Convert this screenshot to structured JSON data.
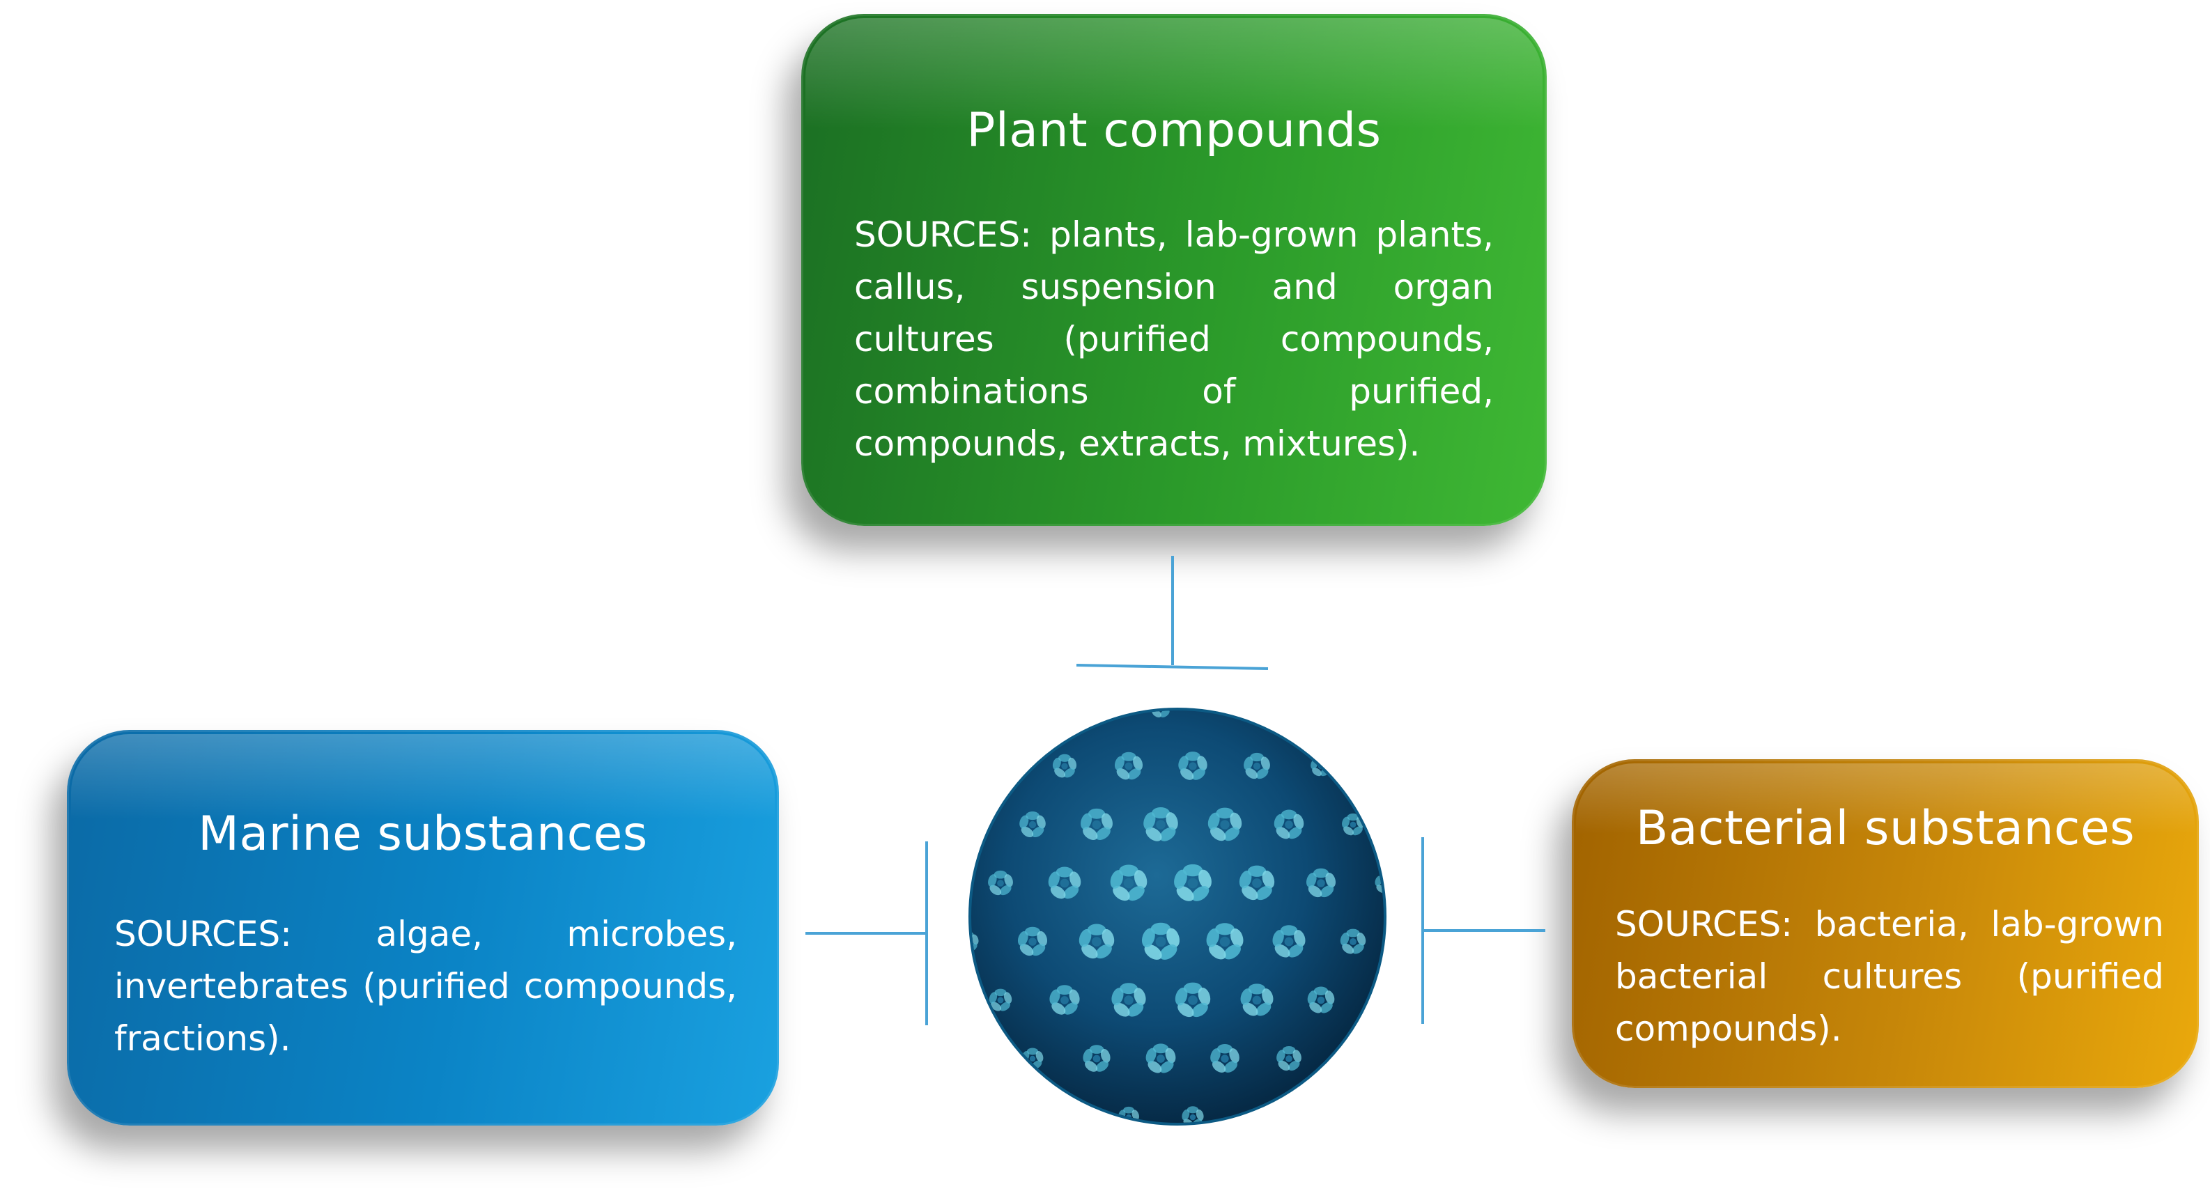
{
  "boxes": {
    "plant": {
      "title": "Plant compounds",
      "text": "SOURCES: plants, lab-grown plants, callus, suspension and organ cultures (purified compounds, combinations of purified, compounds, extracts, mixtures)."
    },
    "marine": {
      "title": "Marine substances",
      "text": "SOURCES: algae, microbes, invertebrates (purified compounds, fractions)."
    },
    "bacterial": {
      "title": "Bacterial substances",
      "text": "SOURCES: bacteria, lab-grown bacterial cultures (purified compounds)."
    }
  },
  "colors": {
    "plant": "#2b9a2a",
    "marine": "#0b84c6",
    "bacterial": "#c78709",
    "connector": "#4aa3d6",
    "virus_dark": "#0a3f66",
    "virus_light": "#5ec9dd"
  },
  "center_image": {
    "icon": "virus-capsid-icon"
  }
}
